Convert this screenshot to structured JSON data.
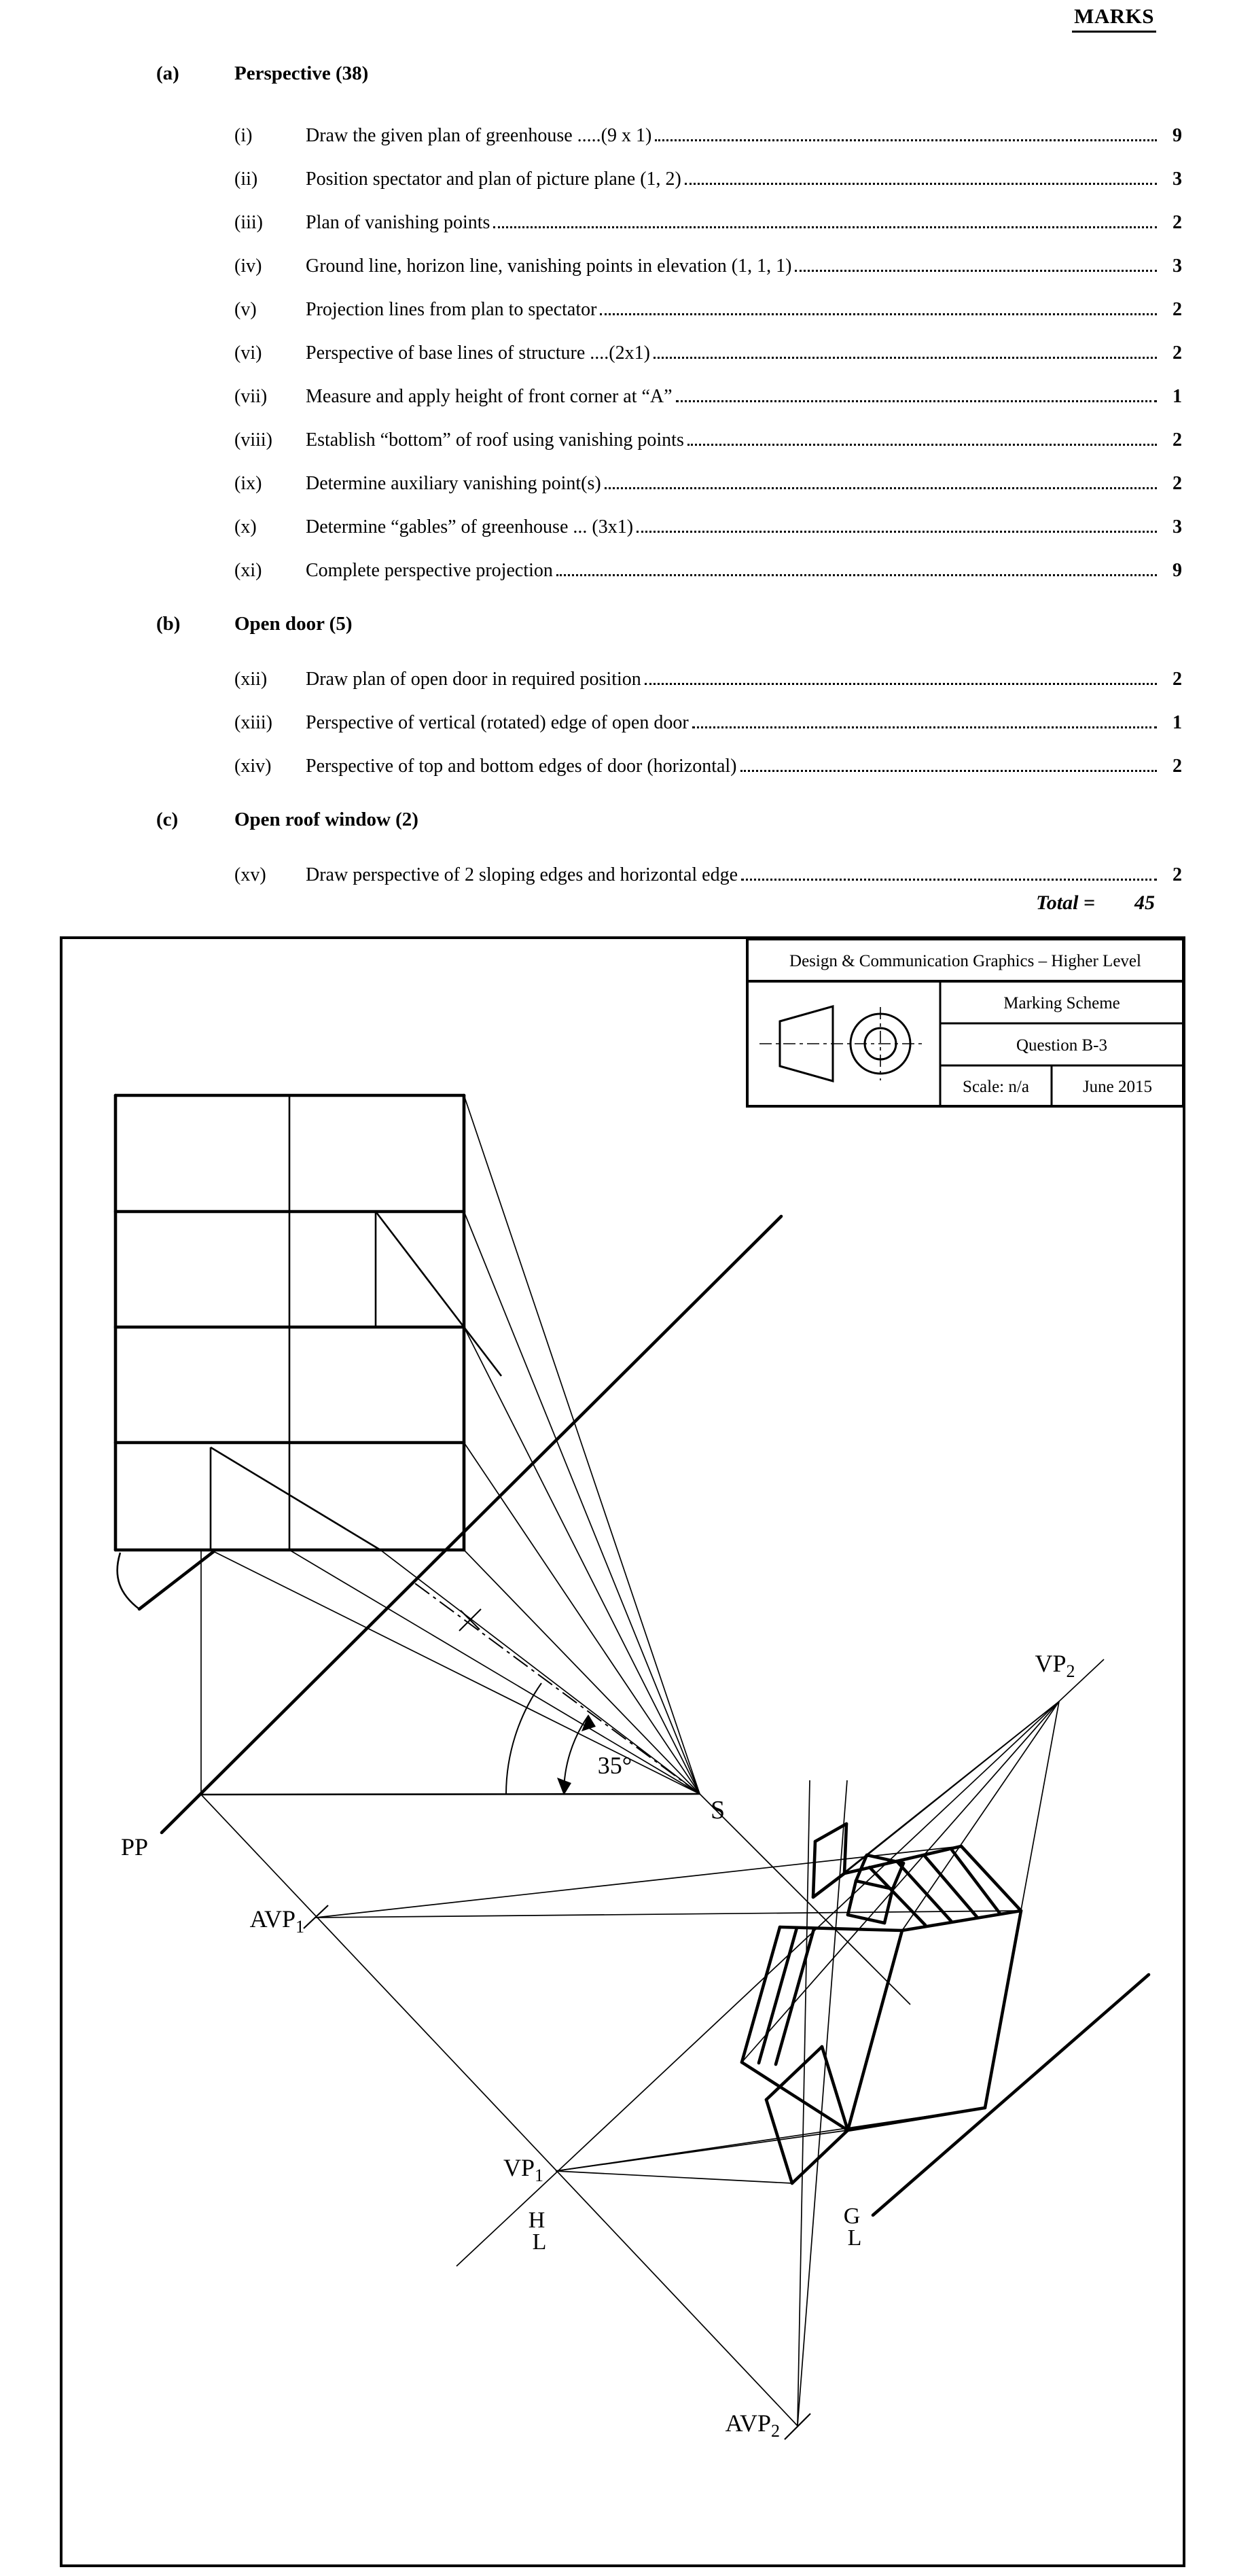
{
  "marks_header": "MARKS",
  "sections": [
    {
      "label": "(a)",
      "title": "Perspective (38)",
      "items": [
        {
          "num": "(i)",
          "text": "Draw the given plan of greenhouse .....(9 x 1)",
          "marks": "9"
        },
        {
          "num": "(ii)",
          "text": "Position spectator and plan of picture plane (1, 2)",
          "marks": "3"
        },
        {
          "num": "(iii)",
          "text": "Plan of vanishing points",
          "marks": "2"
        },
        {
          "num": "(iv)",
          "text": "Ground line, horizon line, vanishing points in elevation (1, 1, 1)",
          "marks": "3"
        },
        {
          "num": "(v)",
          "text": "Projection lines from plan to spectator",
          "marks": "2"
        },
        {
          "num": "(vi)",
          "text": "Perspective of base lines of structure ....(2x1)",
          "marks": "2"
        },
        {
          "num": "(vii)",
          "text": "Measure and apply height of front corner at “A”",
          "marks": "1"
        },
        {
          "num": "(viii)",
          "text": "Establish “bottom” of roof using vanishing points",
          "marks": "2"
        },
        {
          "num": "(ix)",
          "text": "Determine auxiliary vanishing point(s)",
          "marks": "2"
        },
        {
          "num": "(x)",
          "text": "Determine “gables” of greenhouse ... (3x1)",
          "marks": "3"
        },
        {
          "num": "(xi)",
          "text": "Complete perspective projection",
          "marks": "9"
        }
      ]
    },
    {
      "label": "(b)",
      "title": "Open door (5)",
      "items": [
        {
          "num": "(xii)",
          "text": "Draw plan of open door in required position",
          "marks": "2"
        },
        {
          "num": "(xiii)",
          "text": "Perspective of vertical (rotated) edge of open door",
          "marks": "1"
        },
        {
          "num": "(xiv)",
          "text": "Perspective of top and bottom edges of door (horizontal)",
          "marks": "2"
        }
      ]
    },
    {
      "label": "(c)",
      "title": "Open roof window (2)",
      "items": [
        {
          "num": "(xv)",
          "text": "Draw perspective of 2 sloping edges and horizontal edge",
          "marks": "2"
        }
      ]
    }
  ],
  "total": {
    "label": "Total =",
    "value": "45"
  },
  "title_block": {
    "course": "Design & Communication Graphics – Higher Level",
    "doc": "Marking Scheme",
    "question": "Question B-3",
    "scale": "Scale: n/a",
    "date": "June 2015"
  },
  "diagram_labels": {
    "pp": "PP",
    "s": "S",
    "angle": "35°",
    "avp1": {
      "base": "AVP",
      "sub": "1"
    },
    "vp1": {
      "base": "VP",
      "sub": "1"
    },
    "vp2": {
      "base": "VP",
      "sub": "2"
    },
    "avp2": {
      "base": "AVP",
      "sub": "2"
    },
    "hl": {
      "top": "H",
      "bottom": "L"
    },
    "gl": {
      "top": "G",
      "bottom": "L"
    }
  }
}
